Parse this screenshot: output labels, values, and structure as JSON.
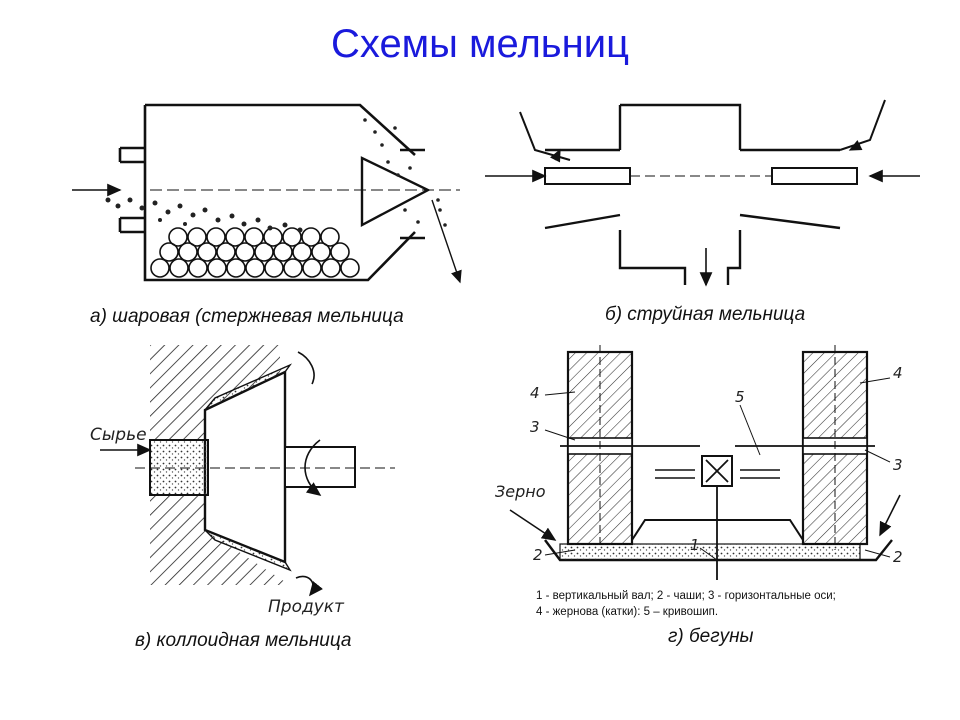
{
  "slide": {
    "title": "Схемы мельниц"
  },
  "panels": {
    "ball_mill": {
      "caption": "а) шаровая (стержневая мельница"
    },
    "jet_mill": {
      "caption": "б) струйная мельница"
    },
    "colloid_mill": {
      "caption": "в) коллоидная мельница",
      "label_input": "Сырье",
      "label_output": "Продукт"
    },
    "edge_runner": {
      "caption": "г) бегуны",
      "label_input": "Зерно",
      "part_numbers": [
        "1",
        "2",
        "3",
        "4",
        "5"
      ],
      "legend_line1": "1 - вертикальный вал; 2 - чаши; 3 - горизонтальные оси;",
      "legend_line2": "4 - жернова (катки): 5 – кривошип."
    }
  }
}
